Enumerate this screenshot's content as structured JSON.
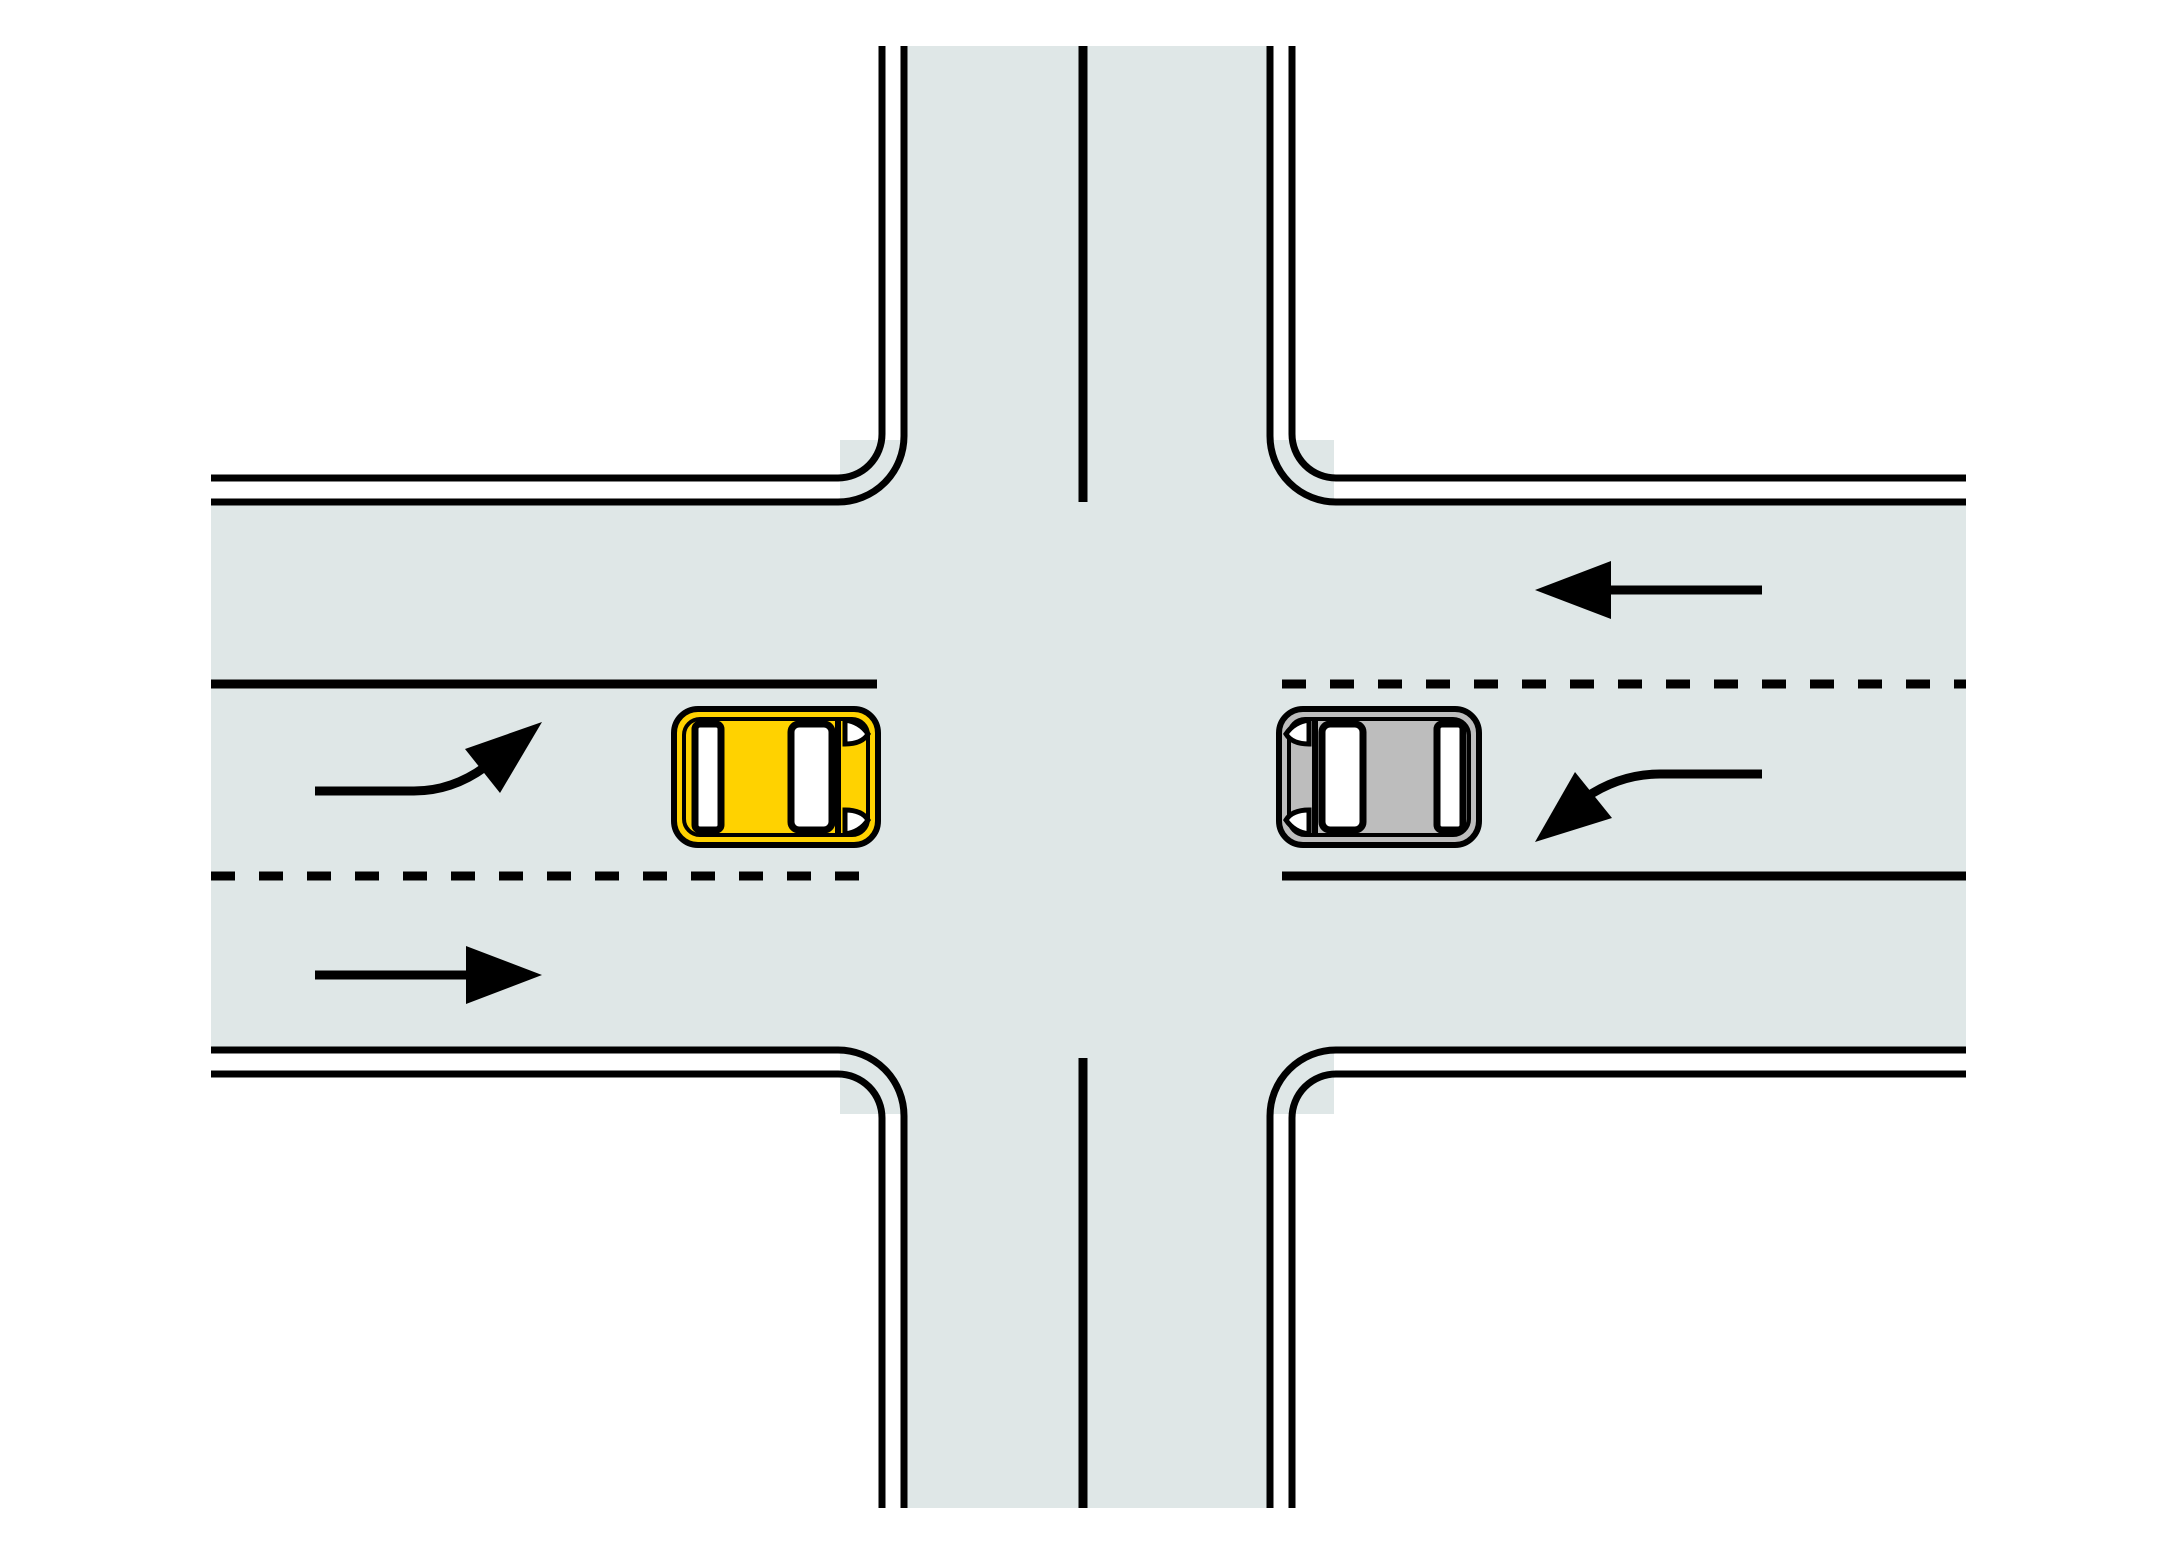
{
  "diagram": {
    "type": "road-intersection",
    "colors": {
      "road": "#dfe7e7",
      "line": "#000000",
      "background": "#ffffff",
      "car_yellow": "#ffd200",
      "car_gray": "#bdbdbd"
    },
    "vehicles": [
      {
        "name": "yellow-car",
        "color": "#ffd200",
        "heading": "east"
      },
      {
        "name": "gray-car",
        "color": "#bdbdbd",
        "heading": "west"
      }
    ],
    "lane_arrows": [
      {
        "name": "arrow-west-straight",
        "kind": "straight",
        "direction": "west"
      },
      {
        "name": "arrow-west-bear-left",
        "kind": "bear",
        "direction": "west"
      },
      {
        "name": "arrow-east-bear-left",
        "kind": "bear",
        "direction": "east"
      },
      {
        "name": "arrow-east-straight",
        "kind": "straight",
        "direction": "east"
      }
    ]
  }
}
